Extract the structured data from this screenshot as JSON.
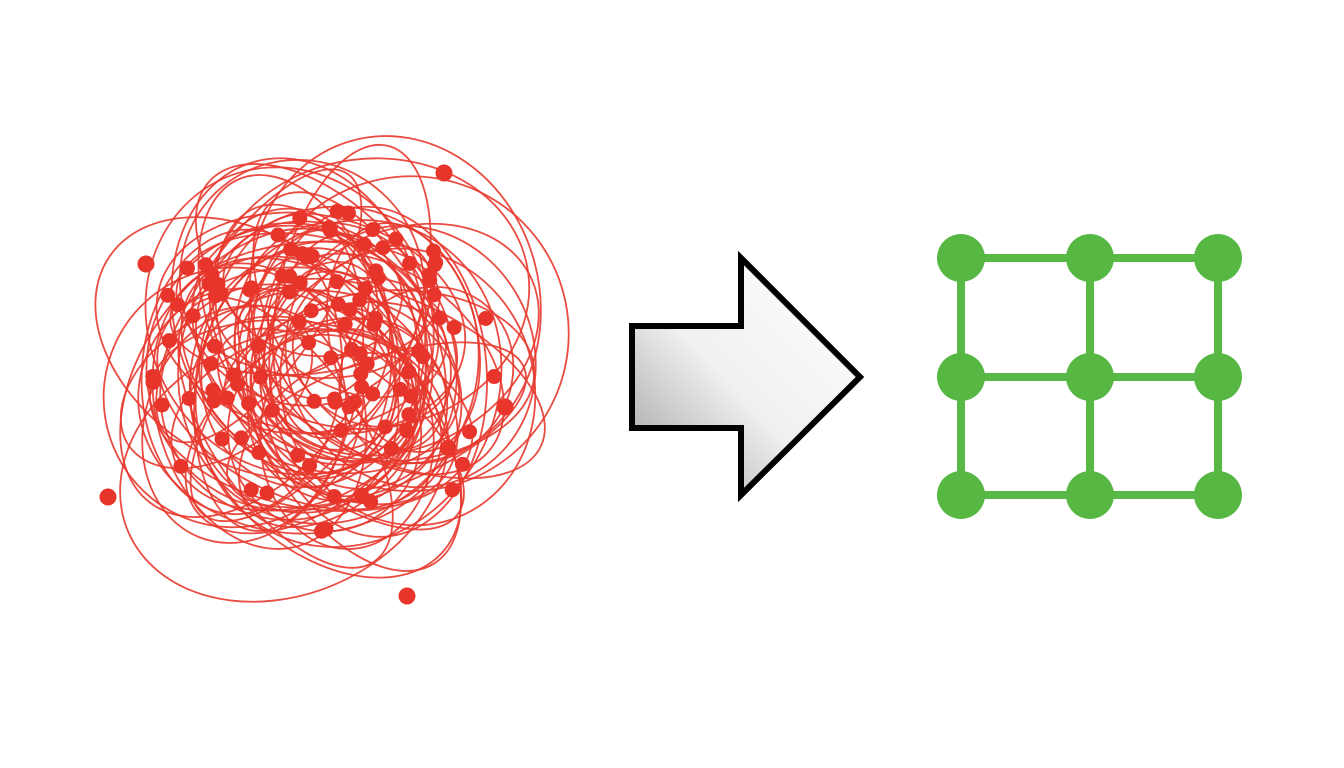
{
  "diagram": {
    "tangle": {
      "color": "#e8392e",
      "node_color": "#e8352b"
    },
    "arrow": {
      "stroke": "#000000",
      "fill_light": "#ffffff",
      "fill_dark": "#9a9a9a",
      "direction": "right"
    },
    "grid": {
      "rows": 3,
      "cols": 3,
      "color": "#5ab946",
      "node_color": "#56b843"
    }
  }
}
